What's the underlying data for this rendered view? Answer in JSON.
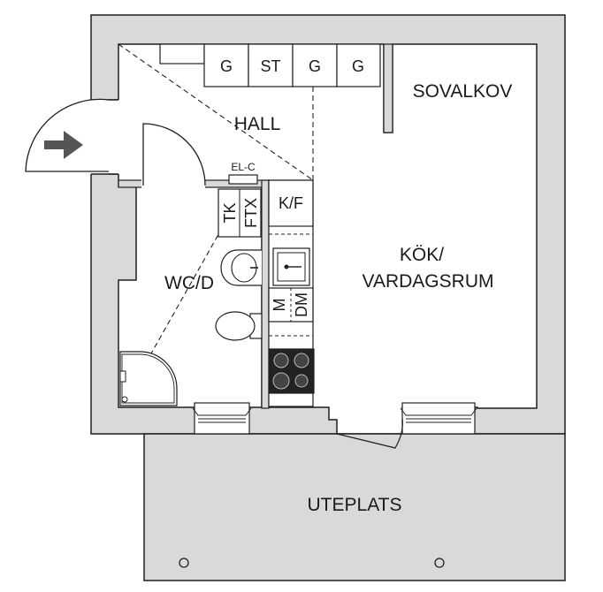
{
  "rooms": {
    "hall": "HALL",
    "sovalkov": "SOVALKOV",
    "kok_line1": "KÖK/",
    "kok_line2": "VARDAGSRUM",
    "wc": "WC/D",
    "uteplats": "UTEPLATS"
  },
  "fixtures": {
    "wardrobes": [
      "G",
      "ST",
      "G",
      "G"
    ],
    "el_c": "EL-C",
    "tk": "TK",
    "ftx": "FTX",
    "kf": "K/F",
    "m": "M",
    "dm": "DM"
  },
  "colors": {
    "wall": "#d9d9d9",
    "line": "#1f1f1f",
    "arrow": "#555555"
  }
}
